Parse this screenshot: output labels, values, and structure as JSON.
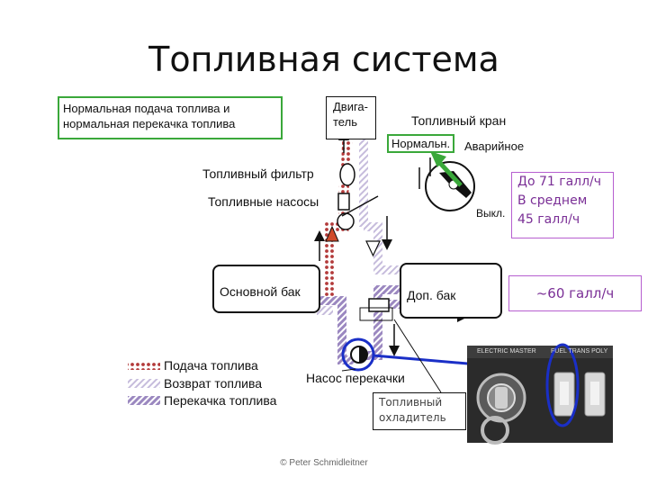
{
  "title": "Топливная система",
  "labels": {
    "normal_feed_line1": "Нормальная подача топлива и",
    "normal_feed_line2": "нормальная перекачка топлива",
    "engine_line1": "Двига-",
    "engine_line2": "тель",
    "fuel_valve": "Топливный кран",
    "valve_normal": "Нормальн.",
    "valve_emergency": "Аварийное",
    "valve_off": "Выкл.",
    "fuel_filter": "Топливный фильтр",
    "fuel_pumps": "Топливные насосы",
    "main_tank": "Основной бак",
    "aux_tank": "Доп. бак",
    "transfer_pump": "Насос перекачки",
    "cooler_line1": "Топливный",
    "cooler_line2": "охладитель",
    "flow_rate_line1": "До 71 галл/ч",
    "flow_rate_line2": "В среднем",
    "flow_rate_line3": "45 галл/ч",
    "transfer_rate": "~60 галл/ч",
    "panel_label_left": "ELECTRIC MASTER",
    "panel_label_right": "FUEL TRANS POLY",
    "copyright": "© Peter Schmidleitner"
  },
  "legend": [
    {
      "label": "Подача топлива"
    },
    {
      "label": "Возврат топлива"
    },
    {
      "label": "Перекачка топлива"
    }
  ],
  "colors": {
    "highlight_green": "#3aa83a",
    "highlight_purple": "#b65fd0",
    "highlight_blue": "#1a2fc7",
    "feed_red": "#b33a3a",
    "transfer_purple": "#a995c9"
  }
}
